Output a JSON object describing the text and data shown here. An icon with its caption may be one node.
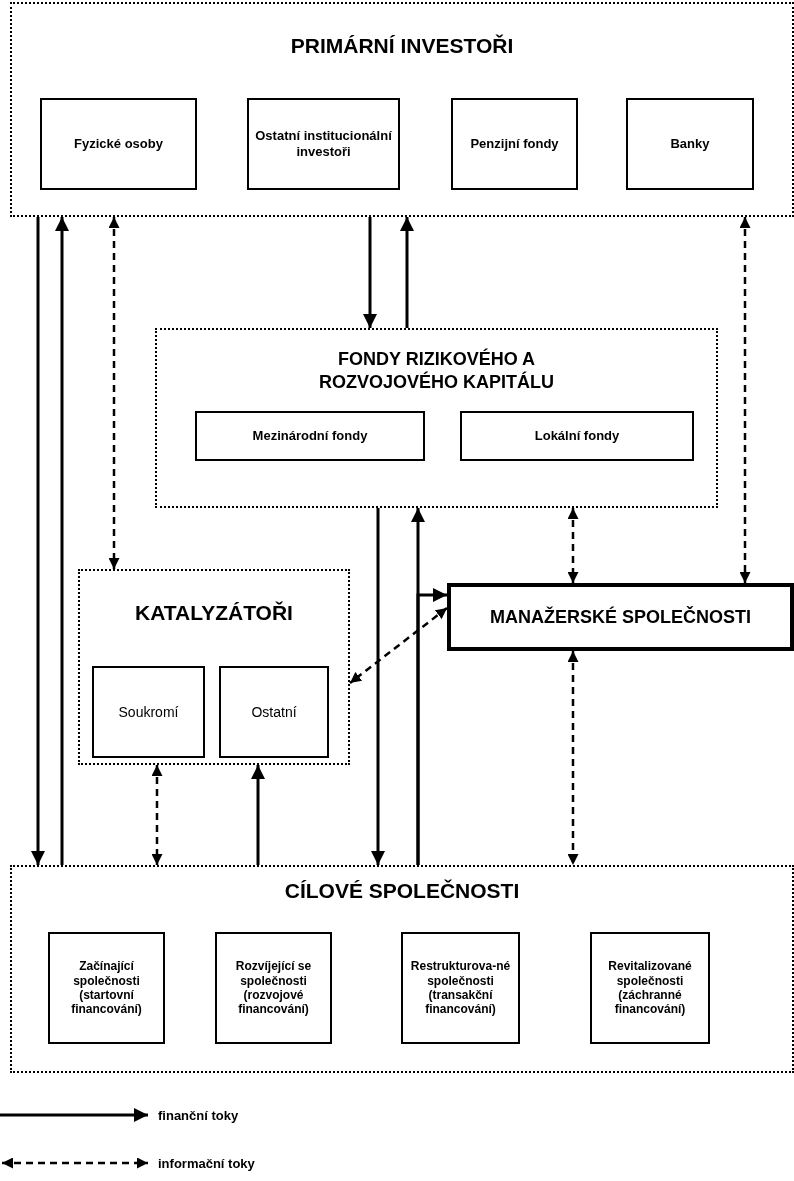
{
  "diagram": {
    "nodes": [
      {
        "text": [
          "PRIMÁRNÍ INVESTOŘI"
        ]
      },
      {
        "text": [
          "Fyzické osoby"
        ],
        "in": 0
      },
      {
        "text": [
          "Ostatní institucionální investoři"
        ],
        "in": 0
      },
      {
        "text": [
          "Penzijní fondy"
        ],
        "in": 0
      },
      {
        "text": [
          "Banky"
        ],
        "in": 0
      },
      {
        "text": [
          "FONDY RIZIKOVÉHO A ROZVOJOVÉHO KAPITÁLU"
        ]
      },
      {
        "text": [
          "Mezinárodní fondy"
        ],
        "in": 5
      },
      {
        "text": [
          "Lokální fondy"
        ],
        "in": 5
      },
      {
        "text": [
          "KATALYZÁTOŘI"
        ]
      },
      {
        "text": [
          "Soukromí"
        ],
        "in": 8
      },
      {
        "text": [
          "Ostatní"
        ],
        "in": 8
      },
      {
        "text": [
          "MANAŽERSKÉ SPOLEČNOSTI"
        ]
      },
      {
        "text": [
          "CÍLOVÉ SPOLEČNOSTI"
        ]
      },
      {
        "text": [
          "Začínající společnosti (startovní financování)"
        ],
        "in": 12
      },
      {
        "text": [
          "Rozvíjející se společnosti (rozvojové financování)"
        ],
        "in": 12
      },
      {
        "text": [
          "Restrukturova-né společnosti (transakční financování)"
        ],
        "in": 12
      },
      {
        "text": [
          "Revitalizované společnosti (záchranné financování)"
        ],
        "in": 12
      }
    ],
    "edges": [
      {
        "from": 0,
        "to": 12,
        "arrow": "to"
      },
      {
        "from": 12,
        "to": 0,
        "arrow": "to"
      },
      {
        "from": 0,
        "to": 8,
        "arrow": "both",
        "style": "dashed"
      },
      {
        "from": 0,
        "to": 5,
        "arrow": "to"
      },
      {
        "from": 5,
        "to": 0,
        "arrow": "to"
      },
      {
        "from": 0,
        "to": 11,
        "arrow": "both",
        "style": "dashed"
      },
      {
        "from": 5,
        "to": 12,
        "arrow": "to"
      },
      {
        "from": 12,
        "to": 5,
        "arrow": "to"
      },
      {
        "from": 12,
        "to": 11,
        "arrow": "to"
      },
      {
        "from": 5,
        "to": 11,
        "arrow": "both",
        "style": "dashed"
      },
      {
        "from": 11,
        "to": 8,
        "arrow": "both",
        "style": "dashed"
      },
      {
        "from": 8,
        "to": 12,
        "arrow": "both",
        "style": "dashed"
      },
      {
        "from": 12,
        "to": 8,
        "arrow": "to"
      },
      {
        "from": 11,
        "to": 12,
        "arrow": "both",
        "style": "dashed"
      }
    ],
    "legend": [
      {
        "text": "finanční toky"
      },
      {
        "text": "informační toky"
      }
    ]
  }
}
